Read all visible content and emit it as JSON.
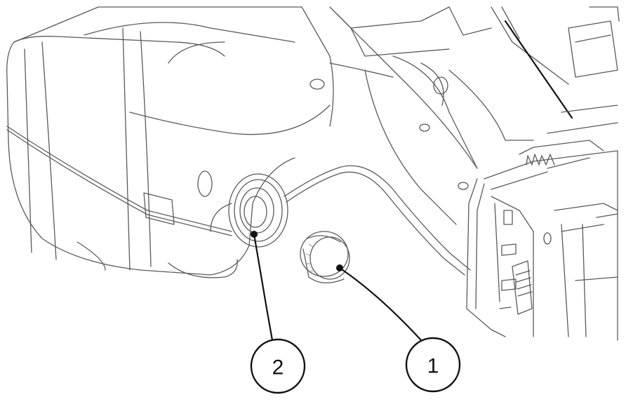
{
  "callouts": [
    {
      "id": "1",
      "label": "1"
    },
    {
      "id": "2",
      "label": "2"
    }
  ],
  "colors": {
    "line": "#5a5a5a",
    "leader": "#111111",
    "background": "#ffffff"
  }
}
